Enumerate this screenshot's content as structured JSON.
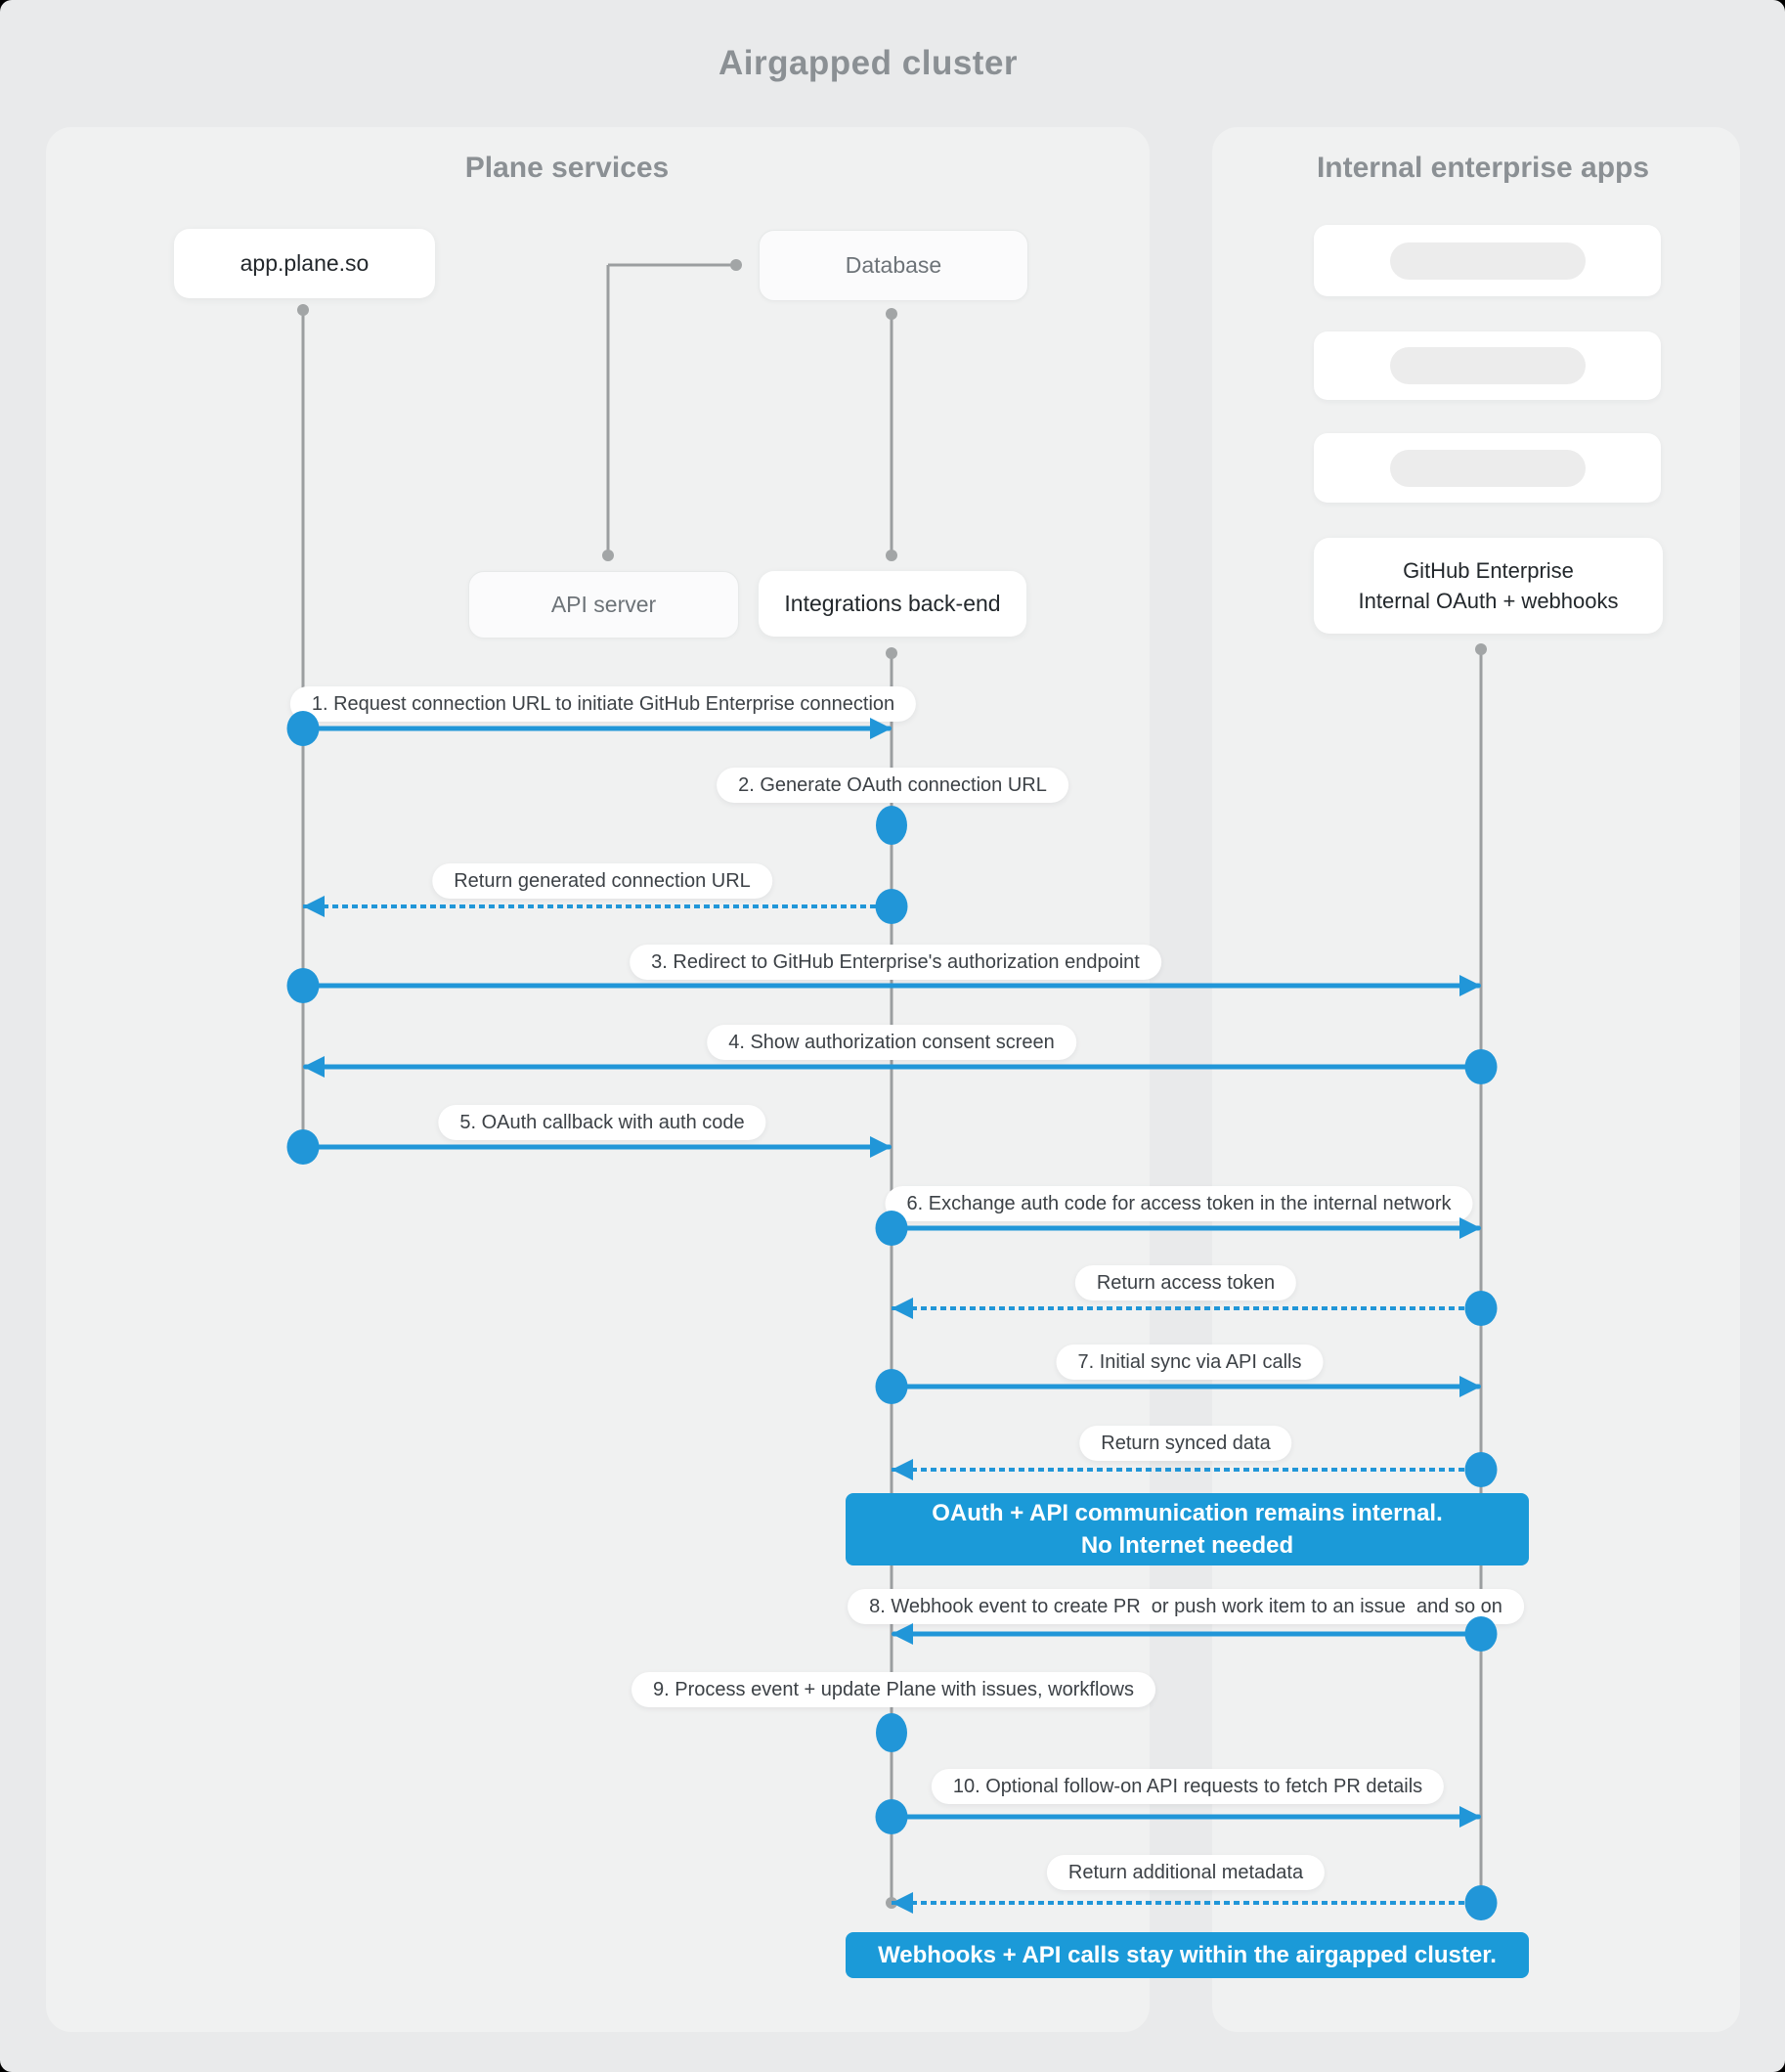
{
  "title": "Airgapped cluster",
  "colors": {
    "accent_blue": "#2196d8",
    "banner_blue": "#1b9ad8",
    "lifeline_gray": "#9b9ea0"
  },
  "panels": {
    "plane": {
      "header": "Plane services"
    },
    "internal": {
      "header": "Internal enterprise apps"
    }
  },
  "nodes": {
    "app_plane_so": {
      "label": "app.plane.so"
    },
    "database": {
      "label": "Database"
    },
    "api_server": {
      "label": "API server"
    },
    "integrations_backend": {
      "label": "Integrations back-end"
    },
    "github_enterprise": {
      "line1": "GitHub Enterprise",
      "line2": "Internal OAuth + webhooks"
    }
  },
  "messages": [
    {
      "label": "1. Request connection URL to initiate GitHub Enterprise connection",
      "from": "app.plane.so",
      "to": "Integrations back-end",
      "style": "solid"
    },
    {
      "label": "2. Generate OAuth connection URL",
      "from": "Integrations back-end",
      "to": "Integrations back-end",
      "style": "self"
    },
    {
      "label": "Return generated connection URL",
      "from": "Integrations back-end",
      "to": "app.plane.so",
      "style": "dashed"
    },
    {
      "label": "3. Redirect to GitHub Enterprise's authorization endpoint",
      "from": "app.plane.so",
      "to": "GitHub Enterprise",
      "style": "solid"
    },
    {
      "label": "4. Show authorization consent screen",
      "from": "GitHub Enterprise",
      "to": "app.plane.so",
      "style": "solid"
    },
    {
      "label": "5. OAuth callback with auth code",
      "from": "app.plane.so",
      "to": "Integrations back-end",
      "style": "solid"
    },
    {
      "label": "6. Exchange auth code for access token in the internal network",
      "from": "Integrations back-end",
      "to": "GitHub Enterprise",
      "style": "solid"
    },
    {
      "label": "Return access token",
      "from": "GitHub Enterprise",
      "to": "Integrations back-end",
      "style": "dashed"
    },
    {
      "label": "7. Initial sync via API calls",
      "from": "Integrations back-end",
      "to": "GitHub Enterprise",
      "style": "solid"
    },
    {
      "label": "Return synced data",
      "from": "GitHub Enterprise",
      "to": "Integrations back-end",
      "style": "dashed"
    },
    {
      "label": "8. Webhook event to create PR  or push work item to an issue  and so on",
      "from": "GitHub Enterprise",
      "to": "Integrations back-end",
      "style": "solid"
    },
    {
      "label": "9. Process event + update Plane with issues, workflows",
      "from": "Integrations back-end",
      "to": "Integrations back-end",
      "style": "self"
    },
    {
      "label": "10. Optional follow-on API requests to fetch PR details",
      "from": "Integrations back-end",
      "to": "GitHub Enterprise",
      "style": "solid"
    },
    {
      "label": "Return additional metadata",
      "from": "GitHub Enterprise",
      "to": "Integrations back-end",
      "style": "dashed"
    }
  ],
  "banners": {
    "internal_note": {
      "line1": "OAuth + API communication remains internal.",
      "line2": "No Internet needed"
    },
    "airgapped_note": {
      "line1": "Webhooks + API calls stay within the airgapped cluster."
    }
  }
}
